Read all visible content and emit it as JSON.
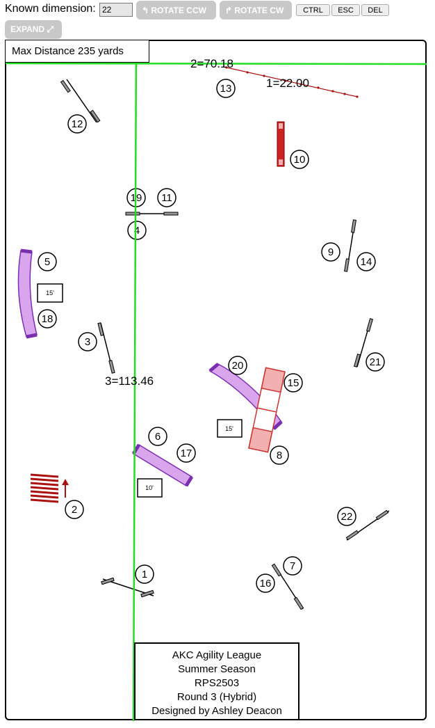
{
  "toolbar": {
    "known_label": "Known dimension:",
    "known_value": "22",
    "rotate_ccw": "↰ ROTATE CCW",
    "rotate_cw": "↱ ROTATE CW",
    "ctrl": "CTRL",
    "esc": "ESC",
    "del": "DEL",
    "expand": "EXPAND ⤢"
  },
  "max_distance": "Max Distance 235 yards",
  "measurements": {
    "m1": "1=22.00",
    "m2": "2=70.18",
    "m3": "3=113.46"
  },
  "obstacle_numbers": [
    "1",
    "2",
    "3",
    "4",
    "5",
    "6",
    "7",
    "8",
    "9",
    "10",
    "11",
    "12",
    "13",
    "14",
    "15",
    "16",
    "17",
    "18",
    "19",
    "20",
    "21",
    "22"
  ],
  "size_labels": {
    "a": "15'",
    "b": "15'",
    "c": "10'"
  },
  "info": {
    "line1": "AKC Agility League",
    "line2": "Summer Season",
    "line3": "RPS2503",
    "line4": "Round 3 (Hybrid)",
    "line5": "Designed by Ashley Deacon"
  },
  "colors": {
    "measure_green": "#22dd22",
    "tunnel_purple": "#d9a6ee",
    "tunnel_stroke": "#7a2fb0",
    "contact_red": "#cc3333",
    "contact_fill": "#f2b0b0",
    "dark_red": "#aa1111"
  }
}
